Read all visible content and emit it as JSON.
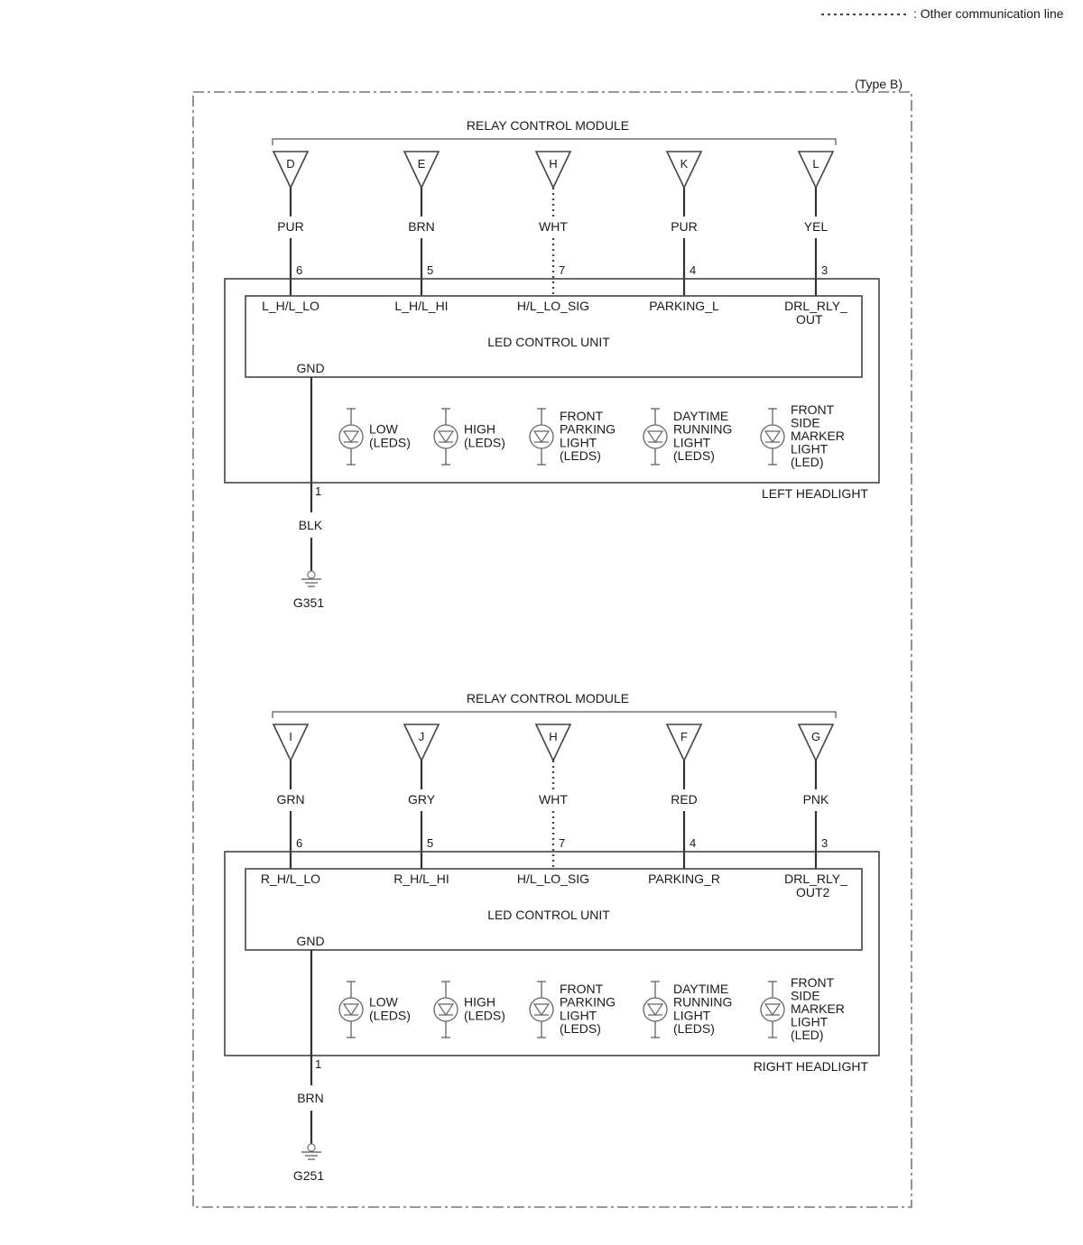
{
  "legend": {
    "label": ": Other communication line"
  },
  "type_label": "(Type B)",
  "sections": [
    {
      "module_title": "RELAY CONTROL MODULE",
      "connectors": [
        {
          "letter": "D",
          "wire_color": "PUR",
          "pin": "6",
          "signal": "L_H/L_LO",
          "signal2": "",
          "comm": false
        },
        {
          "letter": "E",
          "wire_color": "BRN",
          "pin": "5",
          "signal": "L_H/L_HI",
          "signal2": "",
          "comm": false
        },
        {
          "letter": "H",
          "wire_color": "WHT",
          "pin": "7",
          "signal": "H/L_LO_SIG",
          "signal2": "",
          "comm": true
        },
        {
          "letter": "K",
          "wire_color": "PUR",
          "pin": "4",
          "signal": "PARKING_L",
          "signal2": "",
          "comm": false
        },
        {
          "letter": "L",
          "wire_color": "YEL",
          "pin": "3",
          "signal": "DRL_RLY_",
          "signal2": "OUT",
          "comm": false
        }
      ],
      "unit_label": "LED CONTROL UNIT",
      "gnd_label": "GND",
      "leds": [
        [
          "LOW",
          "(LEDS)"
        ],
        [
          "HIGH",
          "(LEDS)"
        ],
        [
          "FRONT",
          "PARKING",
          "LIGHT",
          "(LEDS)"
        ],
        [
          "DAYTIME",
          "RUNNING",
          "LIGHT",
          "(LEDS)"
        ],
        [
          "FRONT",
          "SIDE",
          "MARKER",
          "LIGHT",
          "(LED)"
        ]
      ],
      "headlight_label": "LEFT HEADLIGHT",
      "ground_pin": "1",
      "ground_wire": "BLK",
      "ground_id": "G351"
    },
    {
      "module_title": "RELAY CONTROL MODULE",
      "connectors": [
        {
          "letter": "I",
          "wire_color": "GRN",
          "pin": "6",
          "signal": "R_H/L_LO",
          "signal2": "",
          "comm": false
        },
        {
          "letter": "J",
          "wire_color": "GRY",
          "pin": "5",
          "signal": "R_H/L_HI",
          "signal2": "",
          "comm": false
        },
        {
          "letter": "H",
          "wire_color": "WHT",
          "pin": "7",
          "signal": "H/L_LO_SIG",
          "signal2": "",
          "comm": true
        },
        {
          "letter": "F",
          "wire_color": "RED",
          "pin": "4",
          "signal": "PARKING_R",
          "signal2": "",
          "comm": false
        },
        {
          "letter": "G",
          "wire_color": "PNK",
          "pin": "3",
          "signal": "DRL_RLY_",
          "signal2": "OUT2",
          "comm": false
        }
      ],
      "unit_label": "LED CONTROL UNIT",
      "gnd_label": "GND",
      "leds": [
        [
          "LOW",
          "(LEDS)"
        ],
        [
          "HIGH",
          "(LEDS)"
        ],
        [
          "FRONT",
          "PARKING",
          "LIGHT",
          "(LEDS)"
        ],
        [
          "DAYTIME",
          "RUNNING",
          "LIGHT",
          "(LEDS)"
        ],
        [
          "FRONT",
          "SIDE",
          "MARKER",
          "LIGHT",
          "(LED)"
        ]
      ],
      "headlight_label": "RIGHT HEADLIGHT",
      "ground_pin": "1",
      "ground_wire": "BRN",
      "ground_id": "G251"
    }
  ]
}
